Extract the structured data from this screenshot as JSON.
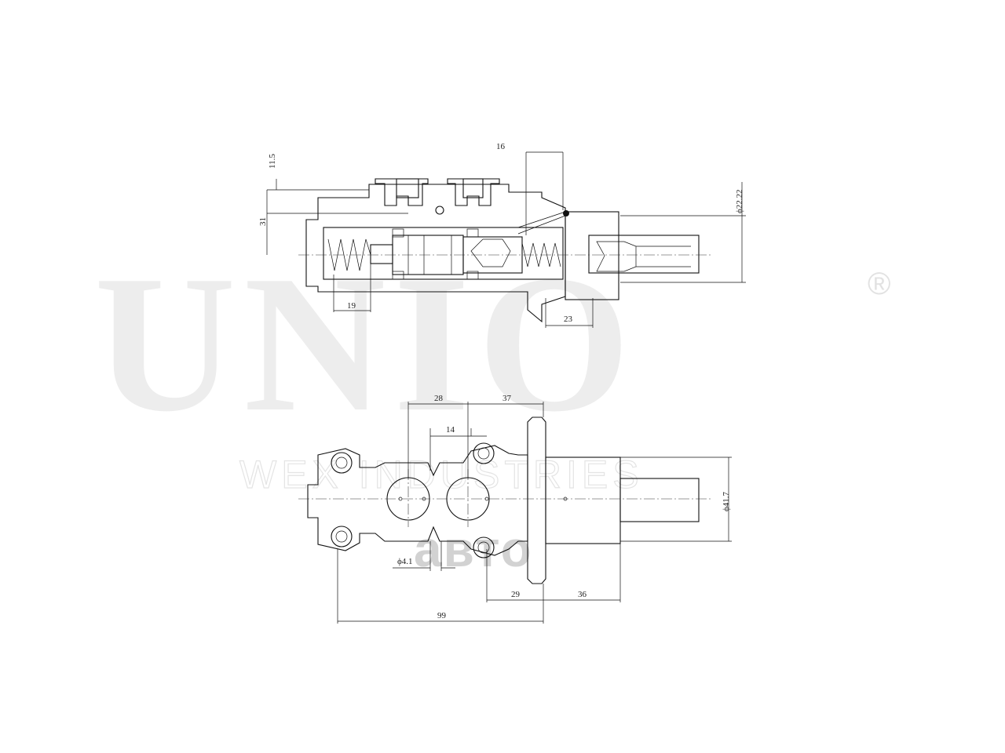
{
  "watermark": {
    "brand": "UNIO",
    "subtitle": "WEX INDUSTRIES",
    "registered": "®",
    "logo": "авто"
  },
  "side_view": {
    "dimensions": {
      "d16": "16",
      "d11_5": "11.5",
      "d31": "31",
      "d22_22": "ϕ22.22",
      "d19": "19",
      "d23": "23"
    }
  },
  "top_view": {
    "dimensions": {
      "d28": "28",
      "d37": "37",
      "d14": "14",
      "d41_7": "ϕ41.7",
      "d4_1": "ϕ4.1",
      "d29": "29",
      "d36": "36",
      "d99": "99"
    }
  }
}
